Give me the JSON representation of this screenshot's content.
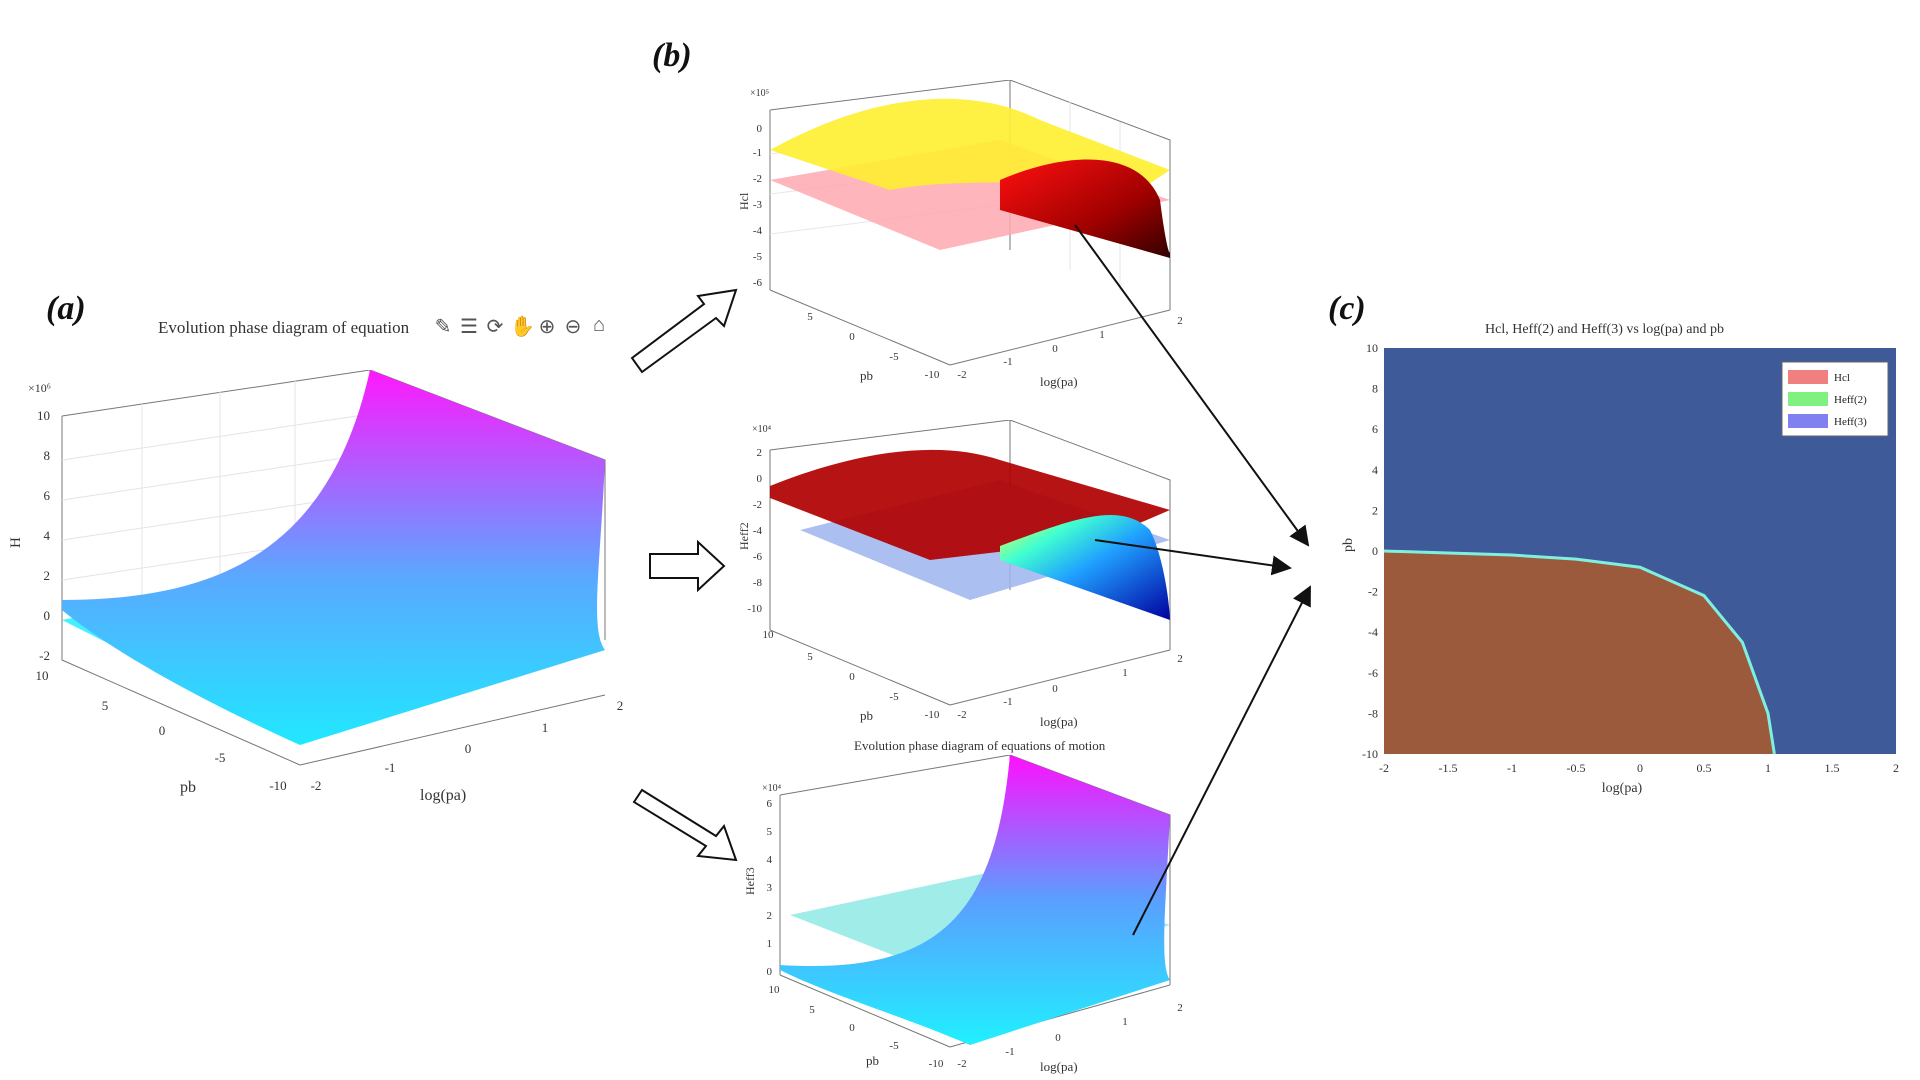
{
  "labels": {
    "a": "(a)",
    "b": "(b)",
    "c": "(c)"
  },
  "panel_a": {
    "title": "Evolution phase diagram of equation",
    "toolbar": [
      "brush-icon",
      "datatip-icon",
      "rotate-icon",
      "pan-icon",
      "zoom-in-icon",
      "zoom-out-icon",
      "home-icon"
    ],
    "zlabel": "H",
    "xlabel": "log(pa)",
    "ylabel": "pb",
    "exponent": "×10⁶",
    "zticks": [
      "10",
      "8",
      "6",
      "4",
      "2",
      "0",
      "-2"
    ],
    "yticks": [
      "10",
      "5",
      "0",
      "-5",
      "-10"
    ],
    "xticks": [
      "-2",
      "-1",
      "0",
      "1",
      "2"
    ]
  },
  "panel_b1": {
    "zlabel": "Hcl",
    "xlabel": "log(pa)",
    "ylabel": "pb",
    "exponent": "×10⁵",
    "zticks": [
      "0",
      "-1",
      "-2",
      "-3",
      "-4",
      "-5",
      "-6"
    ],
    "yticks": [
      "5",
      "0",
      "-5",
      "-10"
    ],
    "xticks": [
      "-2",
      "-1",
      "0",
      "1",
      "2"
    ]
  },
  "panel_b2": {
    "zlabel": "Heff2",
    "xlabel": "log(pa)",
    "ylabel": "pb",
    "exponent": "×10⁴",
    "zticks": [
      "2",
      "0",
      "-2",
      "-4",
      "-6",
      "-8",
      "-10"
    ],
    "yticks": [
      "10",
      "5",
      "0",
      "-5",
      "-10"
    ],
    "xticks": [
      "-2",
      "-1",
      "0",
      "1",
      "2"
    ]
  },
  "panel_b3": {
    "title": "Evolution phase diagram of equations of motion",
    "zlabel": "Heff3",
    "xlabel": "log(pa)",
    "ylabel": "pb",
    "exponent": "×10⁴",
    "zticks": [
      "6",
      "5",
      "4",
      "3",
      "2",
      "1",
      "0"
    ],
    "yticks": [
      "10",
      "5",
      "0",
      "-5",
      "-10"
    ],
    "xticks": [
      "-2",
      "-1",
      "0",
      "1",
      "2"
    ]
  },
  "panel_c": {
    "title": "Hcl, Heff(2) and Heff(3) vs log(pa) and pb",
    "xlabel": "log(pa)",
    "ylabel": "pb",
    "legend": [
      "Hcl",
      "Heff(2)",
      "Heff(3)"
    ],
    "legend_colors": [
      "#f08080",
      "#80f080",
      "#8080f0"
    ],
    "background_color": "#3f5a99",
    "region_color": "#9c5a3c"
  },
  "chart_data": {
    "type": "heatmap",
    "title": "Hcl, Heff(2) and Heff(3) vs log(pa) and pb",
    "xlabel": "log(pa)",
    "ylabel": "pb",
    "xlim": [
      -2,
      2
    ],
    "ylim": [
      -10,
      10
    ],
    "x_ticks": [
      "-2",
      "-1.5",
      "-1",
      "-0.5",
      "0",
      "0.5",
      "1",
      "1.5",
      "2"
    ],
    "y_ticks": [
      "10",
      "8",
      "6",
      "4",
      "2",
      "0",
      "-2",
      "-4",
      "-6",
      "-8",
      "-10"
    ],
    "series": [
      {
        "name": "Hcl"
      },
      {
        "name": "Heff(2)"
      },
      {
        "name": "Heff(3)"
      }
    ],
    "boundary": {
      "x": [
        -2,
        -1.5,
        -1,
        -0.5,
        0,
        0.5,
        0.8,
        1.0,
        1.05
      ],
      "y": [
        0,
        -0.1,
        -0.2,
        -0.4,
        -0.8,
        -2.2,
        -4.5,
        -8,
        -10
      ]
    },
    "legend_position": "top-right"
  }
}
